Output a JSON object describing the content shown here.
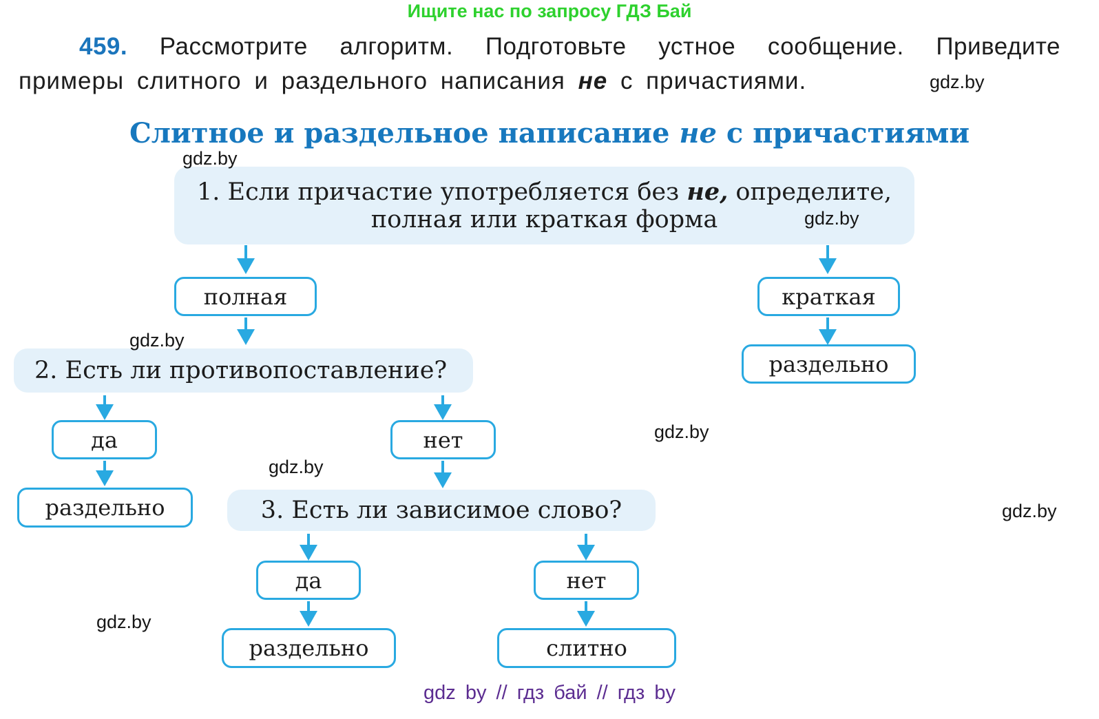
{
  "promo": {
    "text": "Ищите нас по запросу ГДЗ Бай"
  },
  "exercise": {
    "number": "459.",
    "line1": "Рассмотрите алгоритм. Подготовьте устное сообщение. Приведите",
    "line2_pre": "примеры слитного и раздельного написания ",
    "line2_emph": "не",
    "line2_post": " с причастиями."
  },
  "diagram": {
    "title_pre": "Слитное и раздельное написание ",
    "title_emph": "не",
    "title_post": " с причастиями",
    "step1_line1_pre": "1. Если причастие употребляется без ",
    "step1_line1_emph": "не,",
    "step1_line1_post": " определите,",
    "step1_line2": "полная или краткая форма",
    "step2": "2. Есть ли противопоставление?",
    "step3": "3. Есть ли зависимое слово?",
    "labels": {
      "full": "полная",
      "short": "краткая",
      "separate": "раздельно",
      "yes": "да",
      "no": "нет",
      "together": "слитно"
    }
  },
  "watermark": {
    "text": "gdz.by"
  },
  "footer": {
    "text": "gdz by  //  гдз бай  //  гдз by"
  },
  "colors": {
    "accent_blue": "#29a9e1",
    "block_fill": "#e4f1fa",
    "title_blue": "#1778be",
    "number_blue": "#1b75bc",
    "promo_green": "#2ed12e",
    "footer_purple": "#5c2d91",
    "text_dark": "#1c1c1c"
  }
}
